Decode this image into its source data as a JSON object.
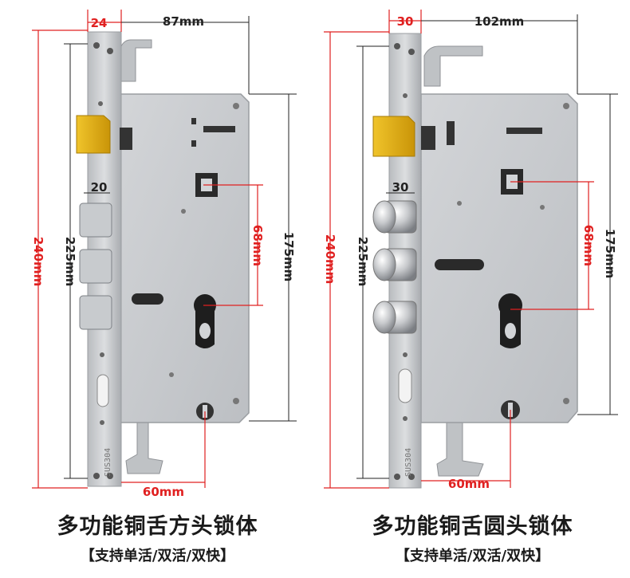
{
  "colors": {
    "plate": "#c9cbce",
    "face_plate": "#d6d8da",
    "latch_gold": "#e3b21a",
    "red_dim": "#e02020",
    "black_dim": "#222222"
  },
  "left_lock": {
    "dims": {
      "top_width": "24",
      "top_depth": "87mm",
      "bolt_width": "20",
      "total_height": "240mm",
      "inner_height": "225mm",
      "spindle_to_cylinder": "68mm",
      "case_height": "175mm",
      "bottom_offset": "60mm"
    },
    "stamp": "SUS304",
    "title": "多功能铜舌方头锁体",
    "subtitle": "【支持单活/双活/双快】"
  },
  "right_lock": {
    "dims": {
      "top_width": "30",
      "top_depth": "102mm",
      "bolt_width": "30",
      "total_height": "240mm",
      "inner_height": "225mm",
      "spindle_to_cylinder": "68mm",
      "case_height": "175mm",
      "bottom_offset": "60mm"
    },
    "stamp": "SUS304",
    "title": "多功能铜舌圆头锁体",
    "subtitle": "【支持单活/双活/双快】"
  }
}
